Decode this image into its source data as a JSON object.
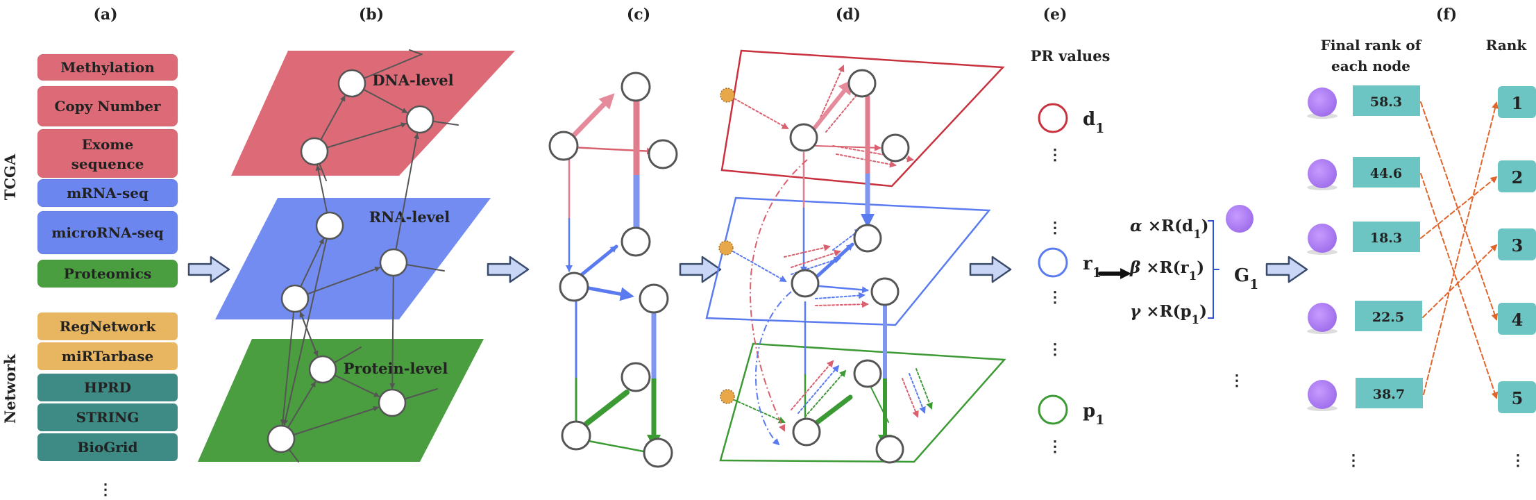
{
  "panel_labels": [
    "(a)",
    "(b)",
    "(c)",
    "(d)",
    "(e)",
    "(f)"
  ],
  "panel_a": {
    "tcga_label": "TCGA",
    "network_label": "Network",
    "tcga_items": [
      {
        "label": "Methylation",
        "color": "#DC6B77"
      },
      {
        "label": "Copy Number",
        "color": "#DC6B77"
      },
      {
        "label": "Exome",
        "label2": "sequence",
        "color": "#DC6B77"
      },
      {
        "label": "mRNA-seq",
        "color": "#6C86F0"
      },
      {
        "label": "microRNA-seq",
        "color": "#6C86F0"
      },
      {
        "label": "Proteomics",
        "color": "#4A9E3F"
      }
    ],
    "network_items": [
      {
        "label": "RegNetwork",
        "color": "#E8B660"
      },
      {
        "label": "miRTarbase",
        "color": "#E8B660"
      },
      {
        "label": "HPRD",
        "color": "#3E8A84"
      },
      {
        "label": "STRING",
        "color": "#3E8A84"
      },
      {
        "label": "BioGrid",
        "color": "#3E8A84"
      }
    ],
    "more": "⋮"
  },
  "panel_b": {
    "layers": [
      {
        "label": "DNA-level",
        "color": "#DC6B77"
      },
      {
        "label": "RNA-level",
        "color": "#6C86F0"
      },
      {
        "label": "Protein-level",
        "color": "#4A9E3F"
      }
    ]
  },
  "colors": {
    "dna": "#D9606E",
    "rna": "#5A7BF0",
    "protein": "#3C9A34",
    "accent_orange": "#E8A84A",
    "teal": "#6CC5C2",
    "purple": "#B07CF0",
    "arrow_fill": "#C9D6F5"
  },
  "panel_e": {
    "title": "PR values",
    "items": [
      {
        "base": "d",
        "sub": "1",
        "color": "#C8323E"
      },
      {
        "base": "r",
        "sub": "1",
        "color": "#5A7BF0"
      },
      {
        "base": "p",
        "sub": "1",
        "color": "#3C9A34"
      }
    ],
    "weights": [
      {
        "greek": "α",
        "mid": " ×R(d",
        "sub": "1",
        "end": ")"
      },
      {
        "greek": "β",
        "mid": " ×R(r",
        "sub": "1",
        "end": ")"
      },
      {
        "greek": "γ",
        "mid": " ×R(p",
        "sub": "1",
        "end": ")"
      }
    ],
    "gene": {
      "base": "G",
      "sub": "1"
    },
    "more": "⋮"
  },
  "panel_f": {
    "title_line1": "Final rank of",
    "title_line2": "each node",
    "rank_title": "Rank",
    "scores": [
      "58.3",
      "44.6",
      "18.3",
      "22.5",
      "38.7"
    ],
    "ranks": [
      "1",
      "2",
      "3",
      "4",
      "5"
    ],
    "more": "⋮"
  }
}
